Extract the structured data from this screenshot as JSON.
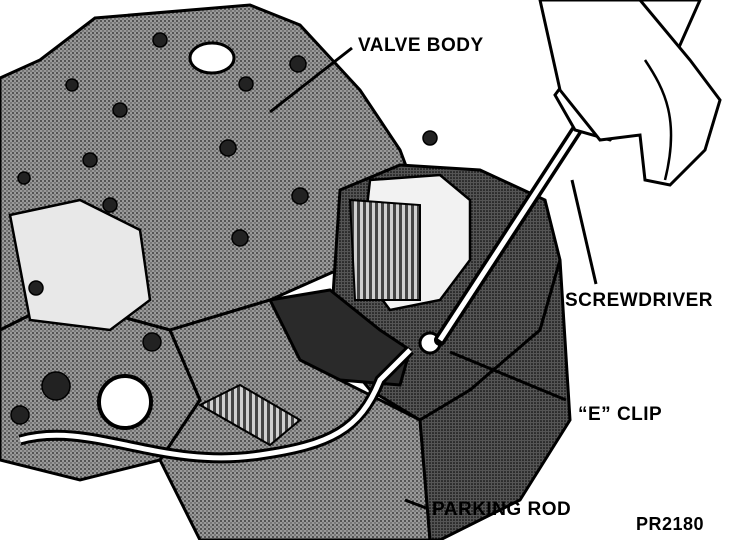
{
  "diagram": {
    "labels": {
      "valve_body": "VALVE BODY",
      "screwdriver": "SCREWDRIVER",
      "e_clip": "“E” CLIP",
      "parking_rod": "PARKING ROD",
      "figure_code": "PR2180"
    },
    "colors": {
      "ink": "#000000",
      "paper": "#ffffff",
      "shade_light": "#b8b8b8",
      "shade_mid": "#8a8a8a",
      "shade_dark": "#3a3a3a"
    }
  }
}
